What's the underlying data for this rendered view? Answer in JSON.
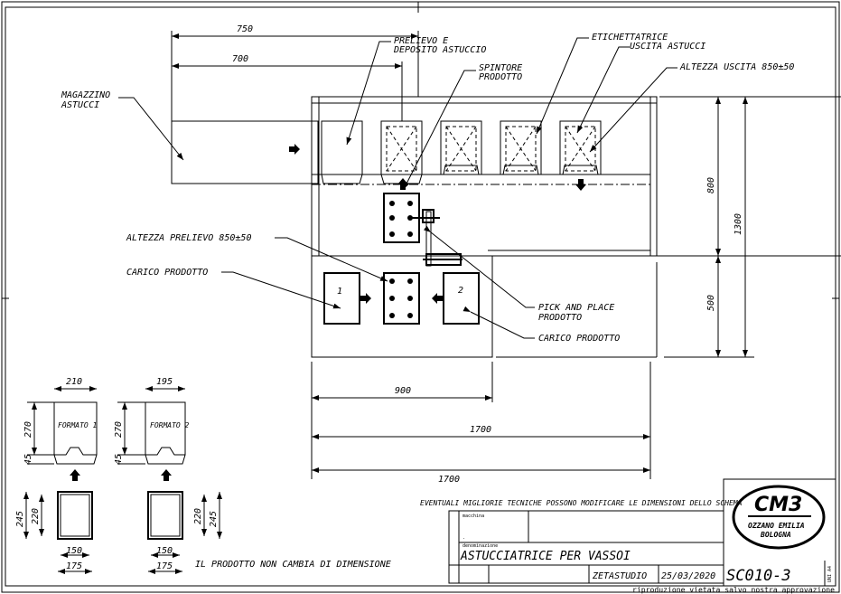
{
  "labels": {
    "magazzino": [
      "MAGAZZINO",
      "ASTUCCI"
    ],
    "prelievo": [
      "PRELIEVO E",
      "DEPOSITO ASTUCCIO"
    ],
    "spintore": [
      "SPINTORE",
      "PRODOTTO"
    ],
    "etichettatrice": "ETICHETTATRICE",
    "uscita": "USCITA ASTUCCI",
    "altezza_uscita": "ALTEZZA USCITA 850±50",
    "altezza_prelievo": "ALTEZZA PRELIEVO 850±50",
    "carico_left": "CARICO PRODOTTO",
    "pick": [
      "PICK AND PLACE",
      "PRODOTTO"
    ],
    "carico_right": "CARICO PRODOTTO",
    "tray1": "1",
    "tray2": "2",
    "formato1": "FORMATO 1",
    "formato2": "FORMATO 2",
    "note_product": "IL PRODOTTO NON CAMBIA DI DIMENSIONE",
    "note_improve": "EVENTUALI MIGLIORIE TECNICHE POSSONO MODIFICARE LE DIMENSIONI DELLO SCHEMA"
  },
  "dimensions": {
    "d750": "750",
    "d700": "700",
    "d800": "800",
    "d1300": "1300",
    "d500": "500",
    "d900": "900",
    "d1700a": "1700",
    "d1700b": "1700",
    "f1_w": "210",
    "f2_w": "195",
    "f1_h": "270",
    "f2_h": "270",
    "f1_b": "45",
    "f2_b": "45",
    "p1_h_out": "245",
    "p1_h_in": "220",
    "p2_h_in": "220",
    "p2_h_out": "245",
    "p1_w_in": "150",
    "p1_w_out": "175",
    "p2_w_in": "150",
    "p2_w_out": "175"
  },
  "title_block": {
    "macchina_label": "macchina",
    "macchina_value": ".",
    "denominazione_label": "denominazione",
    "denominazione": "ASTUCCIATRICE PER VASSOI",
    "author": "ZETASTUDIO",
    "date": "25/03/2020",
    "code": "SC010-3",
    "format": "UNI A4",
    "footer": "riproduzione vietata salvo nostra approvazione"
  },
  "logo": {
    "name": "CM3",
    "city": "OZZANO EMILIA",
    "province": "BOLOGNA"
  }
}
